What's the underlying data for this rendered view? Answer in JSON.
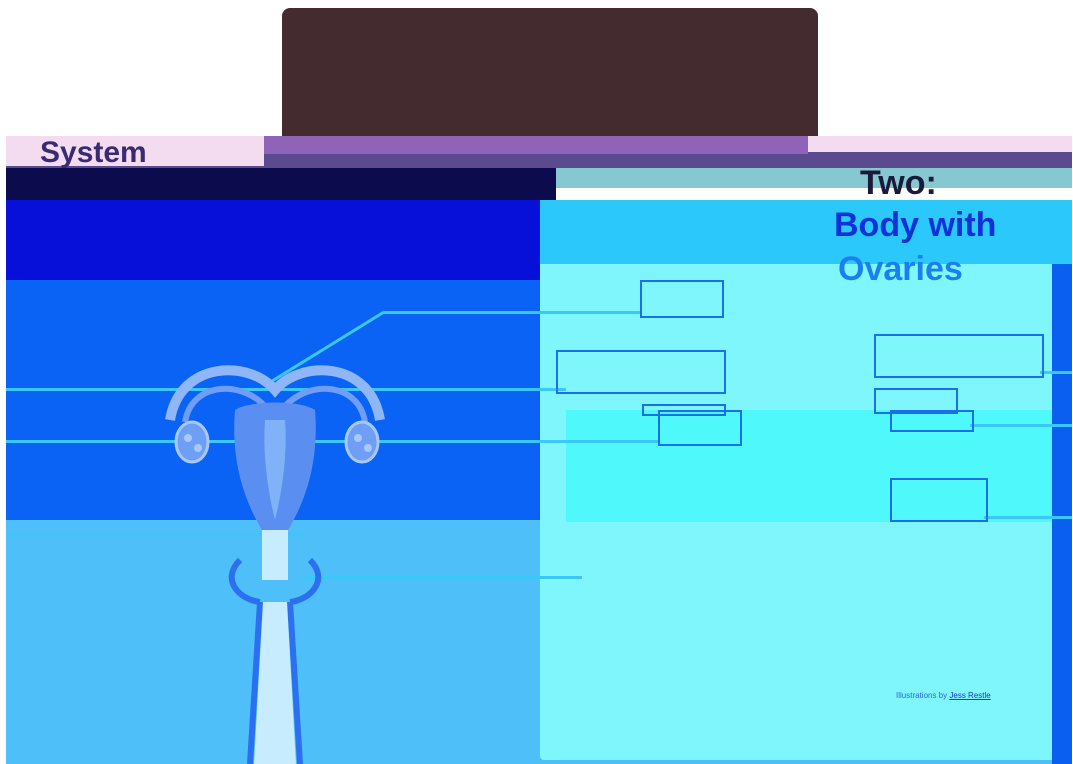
{
  "header": {
    "system_title": "System",
    "two_title": "Two:",
    "heading_line1": "Body with",
    "heading_line2": "Ovaries"
  },
  "credit": {
    "prefix": "Illustrations by",
    "illustrator": "Jess Restle"
  },
  "colors": {
    "navy": "#0710d8",
    "mid_blue": "#0a63f5",
    "light_blue": "#4fbff9",
    "cyan": "#7ff6fb",
    "organ": "#5a8ef0",
    "leader_line": "#3ac8f8"
  },
  "icons": [
    "uterus-ovaries-illustration"
  ]
}
